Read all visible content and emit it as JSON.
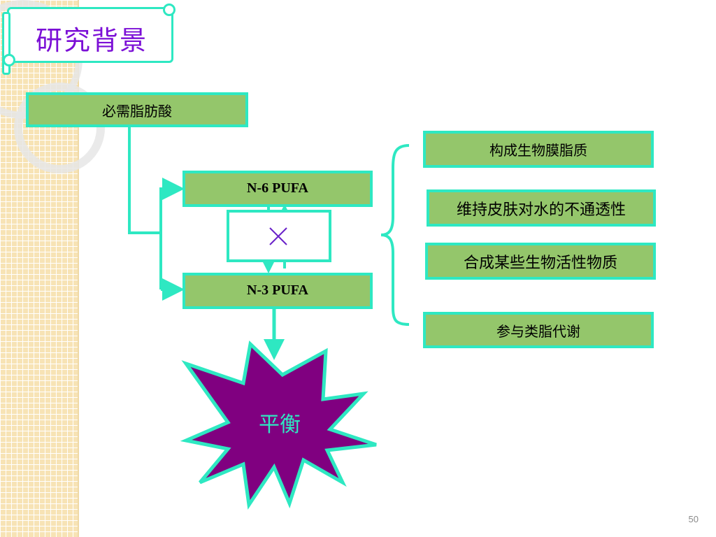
{
  "slide": {
    "title": "研究背景",
    "page_number": "50"
  },
  "diagram": {
    "root": "必需脂肪酸",
    "n6": "N-6 PUFA",
    "n3": "N-3 PUFA",
    "interaction_symbol": "×",
    "outcome": "平衡",
    "functions": [
      "构成生物膜脂质",
      "维持皮肤对水的不通透性",
      "合成某些生物活性物质",
      "参与类脂代谢"
    ]
  },
  "colors": {
    "box_fill": "#94c66b",
    "border": "#2ee8c2",
    "title_text": "#7b0fd6",
    "star_fill": "#800080",
    "star_text": "#2ee8c2",
    "grid_strip": "#f7e3b5"
  }
}
